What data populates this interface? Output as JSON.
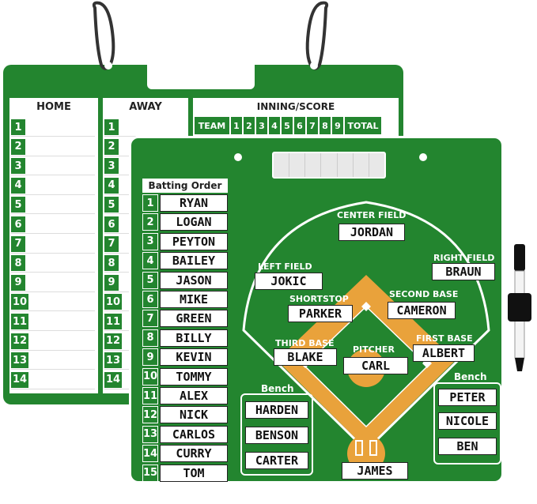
{
  "back_board": {
    "home_header": "HOME",
    "away_header": "AWAY",
    "inning_header": "INNING/SCORE",
    "score_columns": [
      "TEAM",
      "1",
      "2",
      "3",
      "4",
      "5",
      "6",
      "7",
      "8",
      "9",
      "TOTAL"
    ],
    "row_numbers": [
      "1",
      "2",
      "3",
      "4",
      "5",
      "6",
      "7",
      "8",
      "9",
      "10",
      "11",
      "12",
      "13",
      "14"
    ]
  },
  "front_board": {
    "batting_order_title": "Batting Order",
    "batting_numbers": [
      "1",
      "2",
      "3",
      "4",
      "5",
      "6",
      "7",
      "8",
      "9",
      "10",
      "11",
      "12",
      "13",
      "14",
      "15"
    ],
    "batting_names": [
      "RYAN",
      "LOGAN",
      "PEYTON",
      "BAILEY",
      "JASON",
      "MIKE",
      "GREEN",
      "BILLY",
      "KEVIN",
      "TOMMY",
      "ALEX",
      "NICK",
      "CARLOS",
      "CURRY",
      "TOM"
    ],
    "positions": {
      "center_field": {
        "label": "CENTER FIELD",
        "name": "JORDAN"
      },
      "left_field": {
        "label": "LEFT FIELD",
        "name": "JOKIC"
      },
      "right_field": {
        "label": "RIGHT FIELD",
        "name": "BRAUN"
      },
      "shortstop": {
        "label": "SHORTSTOP",
        "name": "PARKER"
      },
      "second_base": {
        "label": "SECOND BASE",
        "name": "CAMERON"
      },
      "third_base": {
        "label": "THIRD BASE",
        "name": "BLAKE"
      },
      "first_base": {
        "label": "FIRST BASE",
        "name": "ALBERT"
      },
      "pitcher": {
        "label": "PITCHER",
        "name": "CARL"
      },
      "catcher": {
        "name": "JAMES"
      }
    },
    "bench_left": {
      "label": "Bench",
      "names": [
        "HARDEN",
        "BENSON",
        "CARTER"
      ]
    },
    "bench_right": {
      "label": "Bench",
      "names": [
        "PETER",
        "NICOLE",
        "BEN"
      ]
    }
  },
  "colors": {
    "board_green": "#23852f",
    "infield_dirt": "#e9a23b",
    "marker_black": "#111111"
  }
}
